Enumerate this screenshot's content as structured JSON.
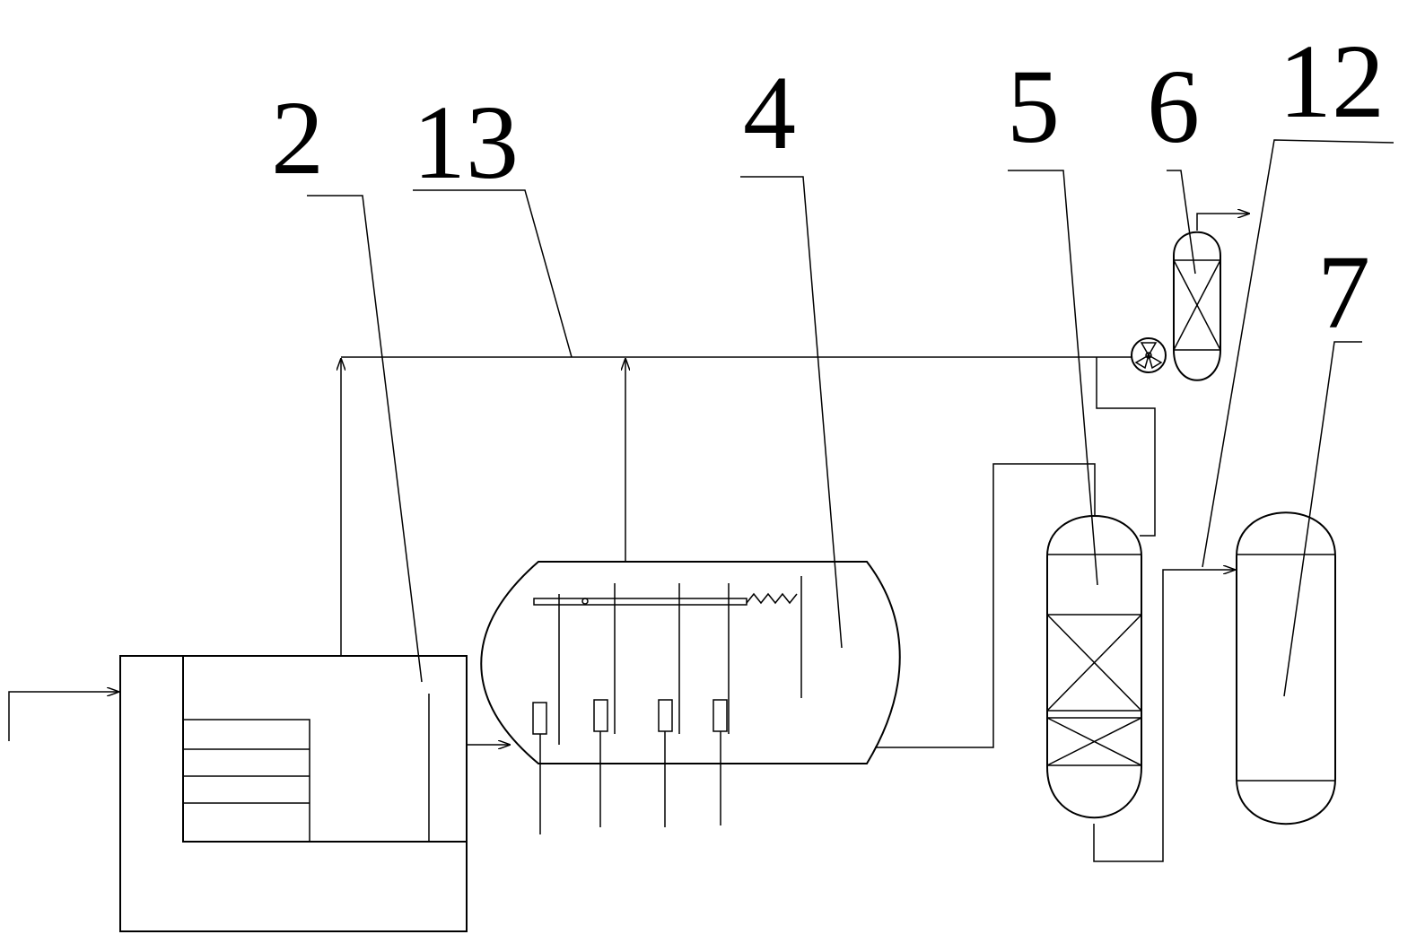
{
  "labels": {
    "l2": "2",
    "l13": "13",
    "l4": "4",
    "l5": "5",
    "l6": "6",
    "l12": "12",
    "l7": "7"
  },
  "colors": {
    "line": "#000000",
    "background": "#ffffff"
  }
}
